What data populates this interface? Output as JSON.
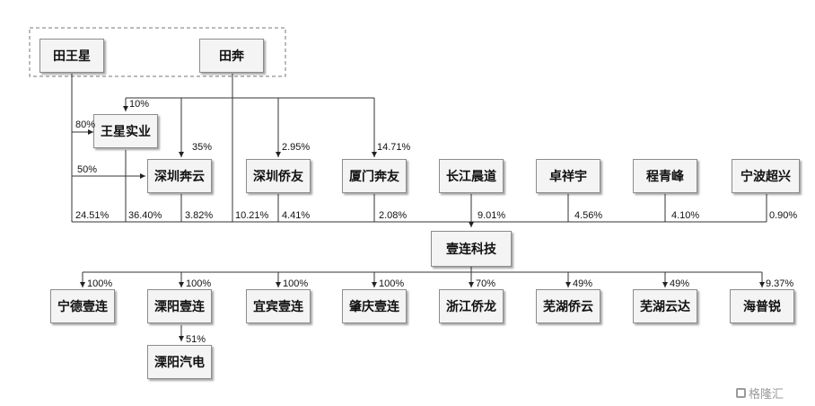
{
  "nodes": {
    "tian_wangxing": "田王星",
    "tian_ben": "田奔",
    "wangxing_shiye": "王星实业",
    "shenzhen_benyun": "深圳奔云",
    "shenzhen_qiaoyou": "深圳侨友",
    "xiamen_benyou": "厦门奔友",
    "changjiang_chendao": "长江晨道",
    "zhuo_xiangyu": "卓祥宇",
    "cheng_qingfeng": "程青峰",
    "ningbo_chaoxing": "宁波超兴",
    "yilian_keji": "壹连科技",
    "ningde_yilian": "宁德壹连",
    "liyang_yilian": "溧阳壹连",
    "yibin_yilian": "宜宾壹连",
    "zhaoqing_yilian": "肇庆壹连",
    "zhejiang_qiaolong": "浙江侨龙",
    "wuhu_qiaoyun": "芜湖侨云",
    "wuhu_yunda": "芜湖云达",
    "haipurui": "海普锐",
    "liyang_qidian": "溧阳汽电"
  },
  "upper_edges": {
    "ben_to_wangxing": "10%",
    "wangxing_to_wangxing_shiye": "80%",
    "wangxing_to_benyun": "50%",
    "ben_to_benyun": "35%",
    "ben_to_qiaoyou": "2.95%",
    "ben_to_xiamen": "14.71%"
  },
  "holders_to_yilian": {
    "tian_wangxing": "24.51%",
    "wangxing_shiye": "36.40%",
    "shenzhen_benyun": "3.82%",
    "tian_ben": "10.21%",
    "shenzhen_qiaoyou": "4.41%",
    "xiamen_benyou": "2.08%",
    "changjiang_chendao": "9.01%",
    "zhuo_xiangyu": "4.56%",
    "cheng_qingfeng": "4.10%",
    "ningbo_chaoxing": "0.90%"
  },
  "subsidiaries": {
    "ningde_yilian": "100%",
    "liyang_yilian": "100%",
    "yibin_yilian": "100%",
    "zhaoqing_yilian": "100%",
    "zhejiang_qiaolong": "70%",
    "wuhu_qiaoyun": "49%",
    "wuhu_yunda": "49%",
    "haipurui": "9.37%",
    "liyang_qidian": "51%"
  },
  "watermark": "格隆汇"
}
